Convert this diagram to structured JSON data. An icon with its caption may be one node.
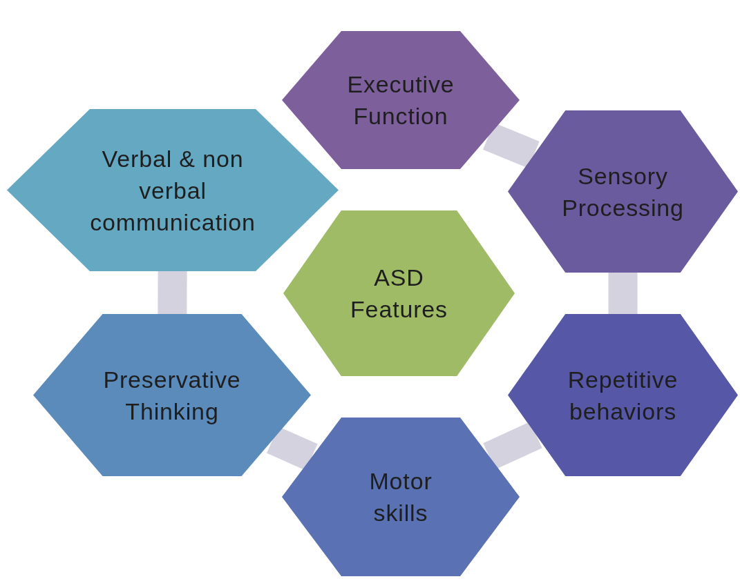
{
  "diagram": {
    "nodes": [
      {
        "text": [
          "Executive Function"
        ]
      },
      {
        "text": [
          "Verbal & non verbal communication"
        ]
      },
      {
        "text": [
          "Sensory Processing"
        ]
      },
      {
        "text": [
          "ASD Features"
        ]
      },
      {
        "text": [
          "Preservative Thinking"
        ]
      },
      {
        "text": [
          "Repetitive behaviors"
        ]
      },
      {
        "text": [
          "Motor skills"
        ]
      }
    ],
    "edges": [
      {
        "from": 0,
        "to": 2,
        "arrow": "none"
      },
      {
        "from": 2,
        "to": 5,
        "arrow": "none"
      },
      {
        "from": 5,
        "to": 6,
        "arrow": "none"
      },
      {
        "from": 6,
        "to": 4,
        "arrow": "none"
      },
      {
        "from": 4,
        "to": 1,
        "arrow": "none"
      }
    ]
  }
}
